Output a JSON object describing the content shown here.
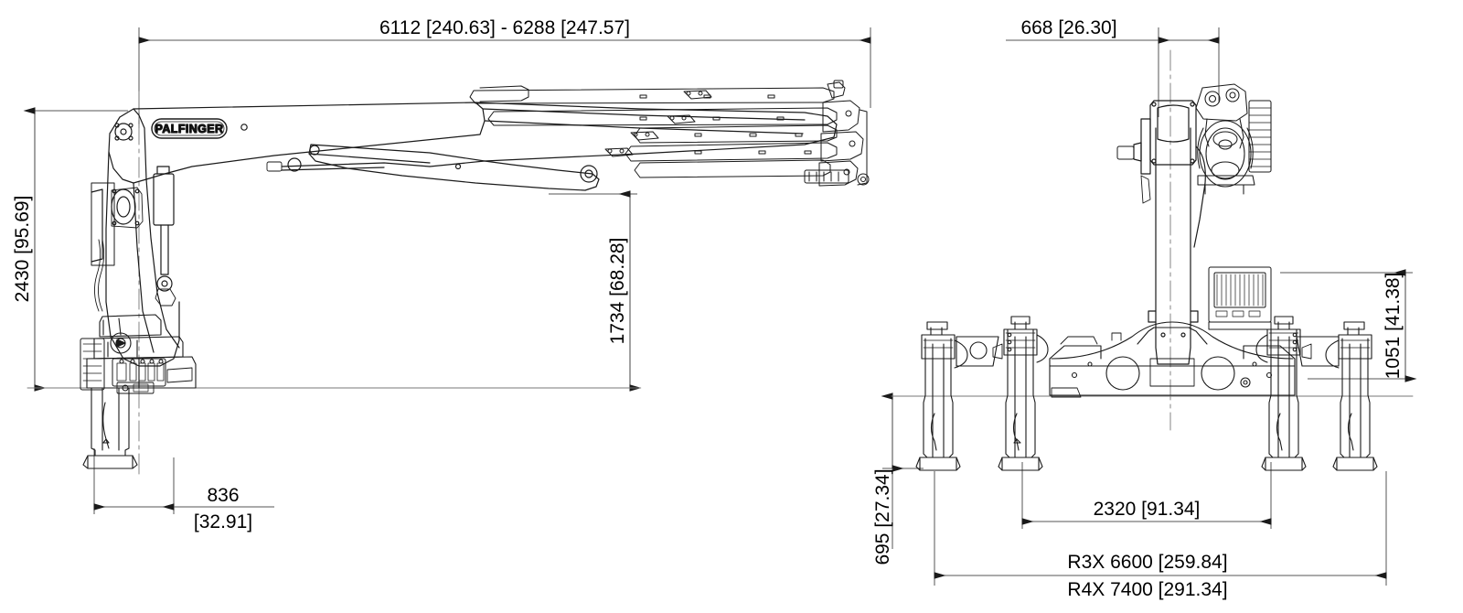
{
  "drawing": {
    "title": "PALFINGER knuckle boom crane — side elevation and front elevation with outriggers",
    "brand": "PALFINGER",
    "line_color": "#1a1a1a",
    "dim_color": "#555555",
    "background": "#ffffff"
  },
  "views": {
    "side": {
      "name": "side-elevation"
    },
    "front": {
      "name": "front-elevation"
    }
  },
  "dimensions": {
    "boom_length": {
      "name": "boom-length",
      "text": "6112   [240.63] - 6288   [247.57]",
      "metric_min": "6112",
      "imperial_min": "[240.63]",
      "metric_max": "6288",
      "imperial_max": "[247.57]"
    },
    "overall_height": {
      "name": "overall-height",
      "metric": "2430",
      "imperial": "[95.69]",
      "text": "2430 [95.69]"
    },
    "boom_clearance": {
      "name": "boom-tip-height",
      "metric": "1734",
      "imperial": "[68.28]",
      "text": "1734 [68.28]"
    },
    "base_width_side": {
      "name": "base-width",
      "metric": "836",
      "imperial": "[32.91]"
    },
    "column_width": {
      "name": "column-width",
      "text": "668   [26.30]",
      "metric": "668",
      "imperial": "[26.30]"
    },
    "outrigger_height": {
      "name": "outrigger-stroke",
      "metric": "695",
      "imperial": "[27.34]",
      "text": "695 [27.34]"
    },
    "frame_height": {
      "name": "frame-height",
      "metric": "1051",
      "imperial": "[41.38]",
      "text": "1051 [41.38]"
    },
    "inner_outrigger_span": {
      "name": "inner-outrigger-span",
      "text": "2320   [91.34]",
      "metric": "2320",
      "imperial": "[91.34]"
    },
    "outrigger_span_r3x": {
      "name": "outrigger-span-r3x",
      "text": "R3X 6600   [259.84]",
      "label": "R3X",
      "metric": "6600",
      "imperial": "[259.84]"
    },
    "outrigger_span_r4x": {
      "name": "outrigger-span-r4x",
      "text": "R4X 7400   [291.34]",
      "label": "R4X",
      "metric": "7400",
      "imperial": "[291.34]"
    }
  }
}
